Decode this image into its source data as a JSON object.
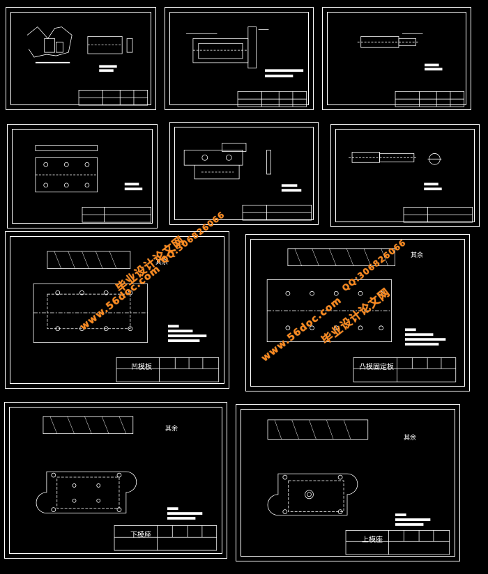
{
  "sheets": [
    {
      "id": "s1",
      "title": ""
    },
    {
      "id": "s2",
      "title": ""
    },
    {
      "id": "s3",
      "title": ""
    },
    {
      "id": "s4",
      "title": ""
    },
    {
      "id": "s5",
      "title": ""
    },
    {
      "id": "s6",
      "title": ""
    },
    {
      "id": "s7",
      "title": "凹模板"
    },
    {
      "id": "s8",
      "title": "凸模固定板"
    },
    {
      "id": "s9",
      "title": "下模座"
    },
    {
      "id": "s10",
      "title": "上模座"
    }
  ],
  "roughness_label": "其余",
  "watermark": {
    "site_cn": "毕业设计论文网",
    "site_url": "www.56doc.com",
    "qq": "QQ:306826066"
  },
  "colors": {
    "background": "#000000",
    "line": "#ffffff",
    "watermark": "#ff8a1e"
  }
}
